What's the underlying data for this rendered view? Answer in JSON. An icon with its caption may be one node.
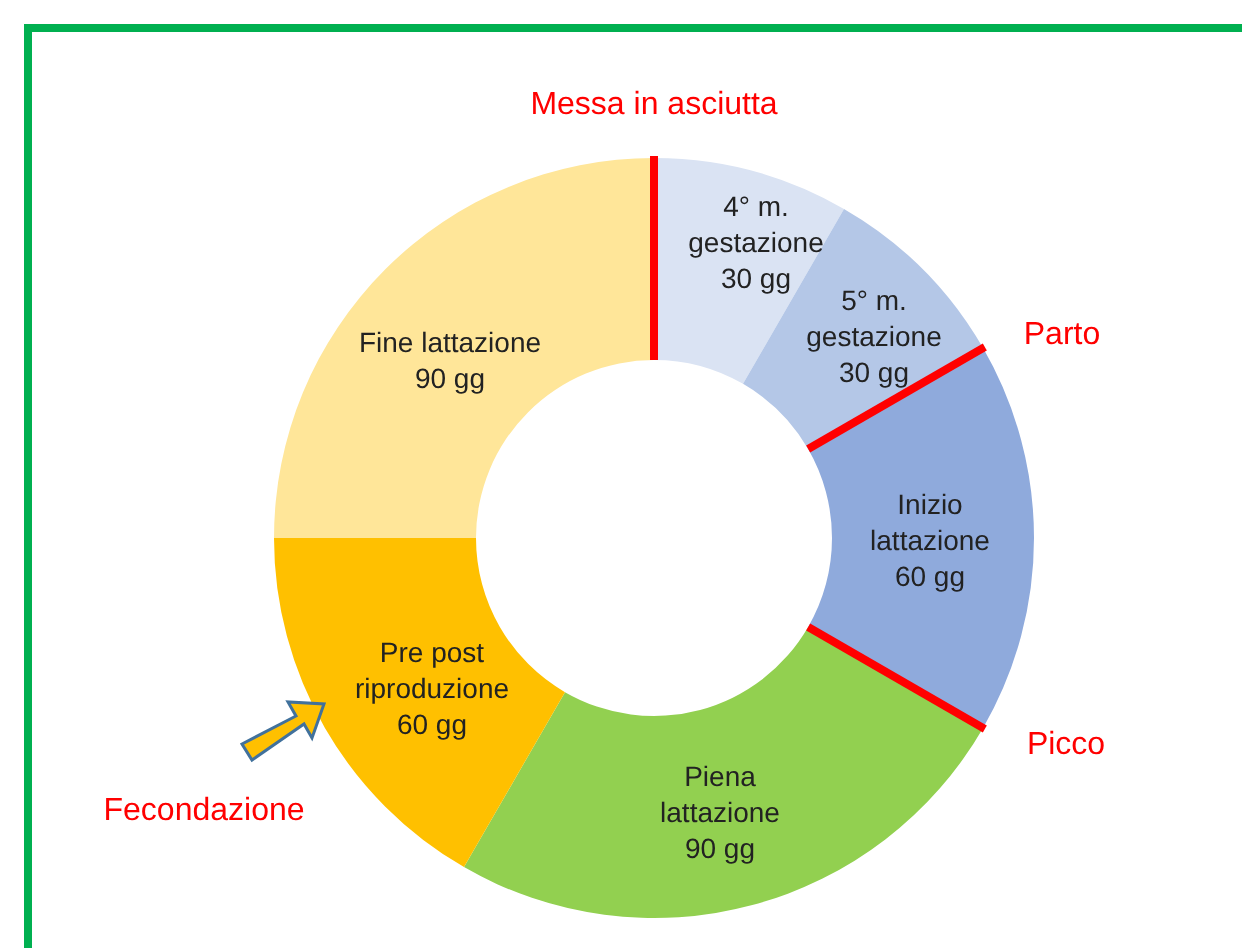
{
  "diagram": {
    "labels": [
      "Messa in asciutta",
      "Parto",
      "Picco",
      "Fecondazione"
    ],
    "chart_data": {
      "type": "donut",
      "categories": [
        "4° m. gestazione",
        "5° m. gestazione",
        "Inizio lattazione",
        "Piena lattazione",
        "Pre post riproduzione",
        "Fine lattazione"
      ],
      "values": [
        30,
        30,
        60,
        90,
        60,
        90
      ],
      "value_labels": [
        "30 gg",
        "30 gg",
        "60 gg",
        "90 gg",
        "60 gg",
        "90 gg"
      ],
      "colors": [
        "#dae3f3",
        "#b4c7e7",
        "#8faadc",
        "#92d050",
        "#ffc000",
        "#ffe699"
      ]
    }
  }
}
